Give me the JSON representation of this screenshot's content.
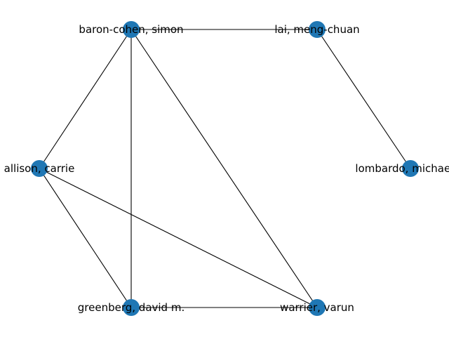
{
  "graph": {
    "node_color": "#1f77b4",
    "edge_color": "#000000",
    "nodes": [
      {
        "id": "baron-cohen",
        "label": "baron-cohen, simon"
      },
      {
        "id": "lai",
        "label": "lai, meng-chuan"
      },
      {
        "id": "allison",
        "label": "allison, carrie"
      },
      {
        "id": "lombardo",
        "label": "lombardo, michael v."
      },
      {
        "id": "greenberg",
        "label": "greenberg, david m."
      },
      {
        "id": "warrier",
        "label": "warrier, varun"
      }
    ],
    "edges": [
      {
        "source": "baron-cohen",
        "target": "lai"
      },
      {
        "source": "baron-cohen",
        "target": "allison"
      },
      {
        "source": "baron-cohen",
        "target": "greenberg"
      },
      {
        "source": "baron-cohen",
        "target": "warrier"
      },
      {
        "source": "lai",
        "target": "lombardo"
      },
      {
        "source": "allison",
        "target": "greenberg"
      },
      {
        "source": "allison",
        "target": "warrier"
      },
      {
        "source": "greenberg",
        "target": "warrier"
      }
    ]
  }
}
